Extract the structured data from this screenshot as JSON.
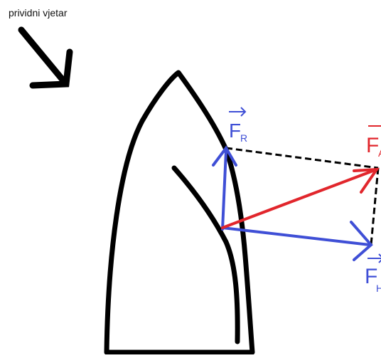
{
  "caption": "prividni vjetar",
  "colors": {
    "outline": "#000000",
    "force_blue": "#3f4fd6",
    "force_red": "#e1262c",
    "background": "#ffffff"
  },
  "labels": {
    "fr": {
      "letter": "F",
      "subscript": "R"
    },
    "fa": {
      "letter": "F",
      "subscript": "A"
    },
    "fh": {
      "letter": "F",
      "subscript": "H"
    }
  },
  "icons": {
    "wind_arrow": "diagonal-arrow-down-right",
    "vector_arrow": "right-arrow-overbar"
  }
}
